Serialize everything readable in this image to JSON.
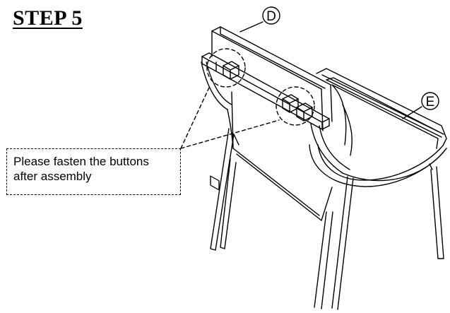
{
  "step": {
    "title": "STEP 5"
  },
  "parts": {
    "back_panel_label": "D",
    "seat_label": "E"
  },
  "note": {
    "line1": "Please fasten the buttons",
    "line2": "after assembly"
  }
}
